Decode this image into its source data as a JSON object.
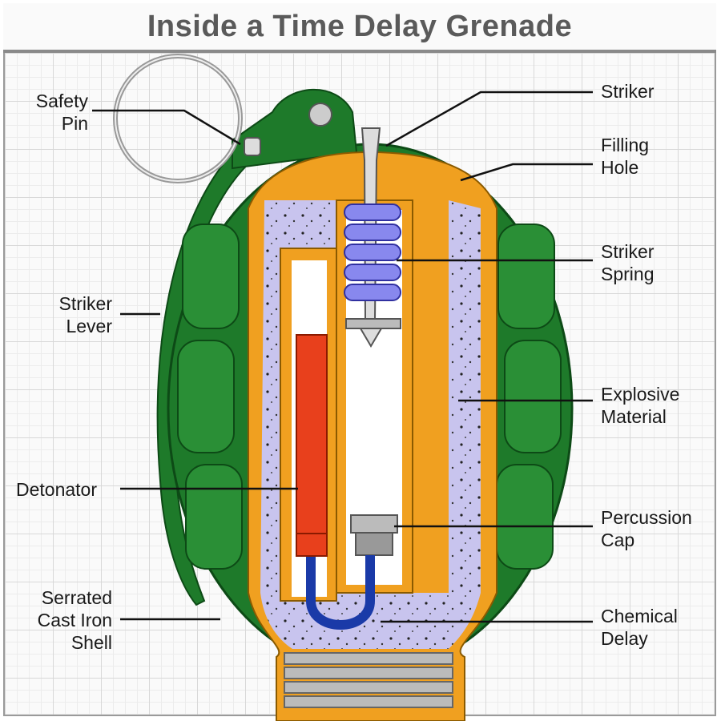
{
  "title": "Inside a Time Delay Grenade",
  "labels": {
    "safety_pin": [
      "Safety",
      "Pin"
    ],
    "striker": [
      "Striker"
    ],
    "filling_hole": [
      "Filling",
      "Hole"
    ],
    "striker_spring": [
      "Striker",
      "Spring"
    ],
    "striker_lever": [
      "Striker",
      "Lever"
    ],
    "explosive_material": [
      "Explosive",
      "Material"
    ],
    "detonator": [
      "Detonator"
    ],
    "percussion_cap": [
      "Percussion",
      "Cap"
    ],
    "serrated_shell": [
      "Serrated",
      "Cast Iron",
      "Shell"
    ],
    "chemical_delay": [
      "Chemical",
      "Delay"
    ]
  },
  "colors": {
    "shell": "#1e7a2a",
    "body": "#f0a020",
    "explosive": "#c8c4ee",
    "detonator": "#e8401c",
    "spring": "#7070e0",
    "delay_tube": "#1a3aa8"
  }
}
